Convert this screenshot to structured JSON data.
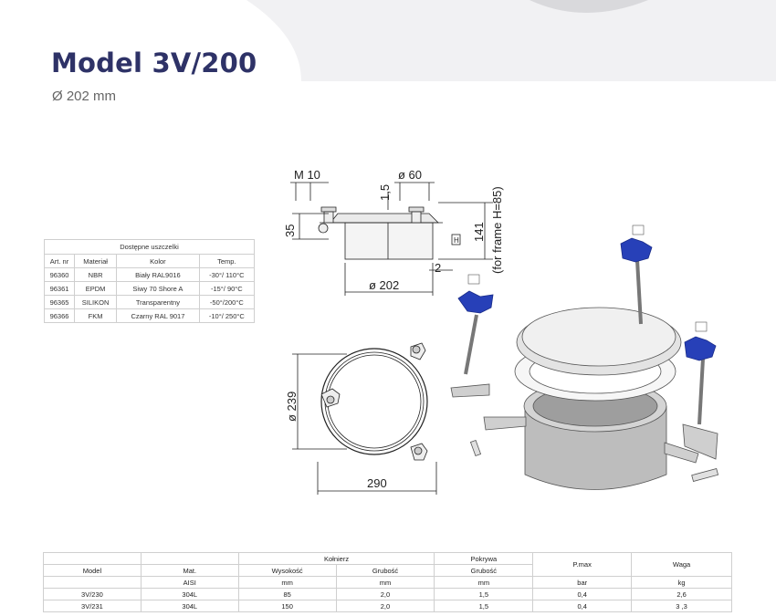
{
  "page": {
    "title": "Model 3V/200",
    "subtitle": "Ø 202 mm"
  },
  "seal_table": {
    "title": "Dostępne uszczelki",
    "headers": [
      "Art. nr",
      "Materiał",
      "Kolor",
      "Temp."
    ],
    "rows": [
      [
        "96360",
        "NBR",
        "Biały RAL9016",
        "-30°/ 110°C"
      ],
      [
        "96361",
        "EPDM",
        "Siwy 70 Shore A",
        "-15°/ 90°C"
      ],
      [
        "96365",
        "SILIKON",
        "Transparentny",
        "-50°/200°C"
      ],
      [
        "96366",
        "FKM",
        "Czarny RAL 9017",
        "-10°/ 250°C"
      ]
    ]
  },
  "side_drawing": {
    "dim_m": "M 10",
    "dim_dia60": "ø 60",
    "dim_15": "1,5",
    "dim_35": "35",
    "dim_141": "141",
    "dim_frame": "(for frame H=85)",
    "dim_2": "2",
    "dim_dia202": "ø 202",
    "marker_h": "H"
  },
  "top_drawing": {
    "dim_239": "ø 239",
    "dim_290": "290"
  },
  "spec_table": {
    "group_headers": {
      "flange": "Kołnierz",
      "cover": "Pokrywa",
      "pmax": "P.max",
      "weight": "Waga"
    },
    "sub_headers": {
      "model": "Model",
      "mat": "Mat.",
      "height": "Wysokość",
      "thickness": "Grubość",
      "cover_thickness": "Grubość"
    },
    "units": {
      "mat": "AISI",
      "height": "mm",
      "thickness": "mm",
      "cover_thickness": "mm",
      "pmax": "bar",
      "weight": "kg"
    },
    "rows": [
      [
        "3V/230",
        "304L",
        "85",
        "2,0",
        "1,5",
        "0,4",
        "2,6"
      ],
      [
        "3V/231",
        "304L",
        "150",
        "2,0",
        "1,5",
        "0,4",
        "3 ,3"
      ]
    ]
  },
  "colors": {
    "title": "#2e3267",
    "knob_blue": "#2740b8",
    "background": "#f1f1f3"
  }
}
